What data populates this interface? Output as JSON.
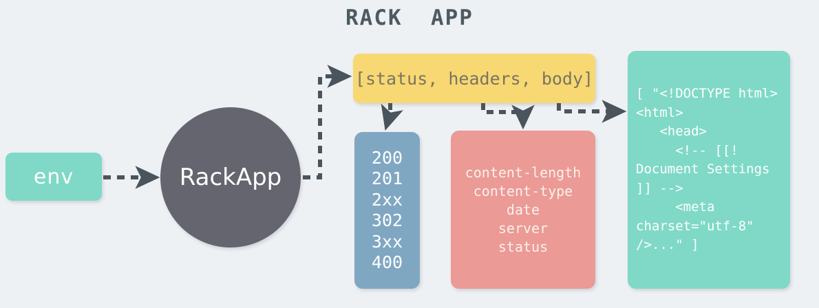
{
  "diagram": {
    "title": "RACK  APP",
    "background_color": "#eef1f4",
    "edge_color": "#4a545c"
  },
  "nodes": {
    "env": {
      "label": "env",
      "color": "#7fd9c6",
      "shape": "rounded-rect"
    },
    "rackapp": {
      "label": "RackApp",
      "color": "#65656f",
      "shape": "circle"
    },
    "triple": {
      "label": "[status, headers, body]",
      "color": "#f7d873",
      "shape": "rounded-rect"
    },
    "status": {
      "color": "#80a7c2",
      "shape": "rounded-rect",
      "items": [
        "200",
        "201",
        "2xx",
        "302",
        "3xx",
        "400"
      ],
      "text": "200\n201\n2xx\n302\n3xx\n400"
    },
    "headers": {
      "color": "#eb9a95",
      "shape": "rounded-rect",
      "items": [
        "content-length",
        "content-type",
        "date",
        "server",
        "status"
      ],
      "text": "content-length\ncontent-type\ndate\nserver\nstatus"
    },
    "body": {
      "color": "#7fd9c6",
      "shape": "rounded-rect",
      "text": "[ \"<!DOCTYPE html>\n<html>\n   <head>\n     <!-- [[! Document Settings ]] -->\n     <meta charset=\"utf-8\" />...\" ]"
    }
  },
  "edges": [
    {
      "name": "env-to-rackapp",
      "from": "env",
      "to": "rackapp",
      "style": "dashed",
      "arrow": "right"
    },
    {
      "name": "rackapp-to-triple",
      "from": "rackapp",
      "to": "triple",
      "style": "dashed",
      "arrow": "right"
    },
    {
      "name": "triple-status-to-status",
      "from": "triple",
      "to": "status",
      "style": "dashed",
      "arrow": "down"
    },
    {
      "name": "triple-headers-to-headers",
      "from": "triple",
      "to": "headers",
      "style": "dashed",
      "arrow": "down"
    },
    {
      "name": "triple-body-to-body",
      "from": "triple",
      "to": "body",
      "style": "dashed",
      "arrow": "right"
    }
  ]
}
